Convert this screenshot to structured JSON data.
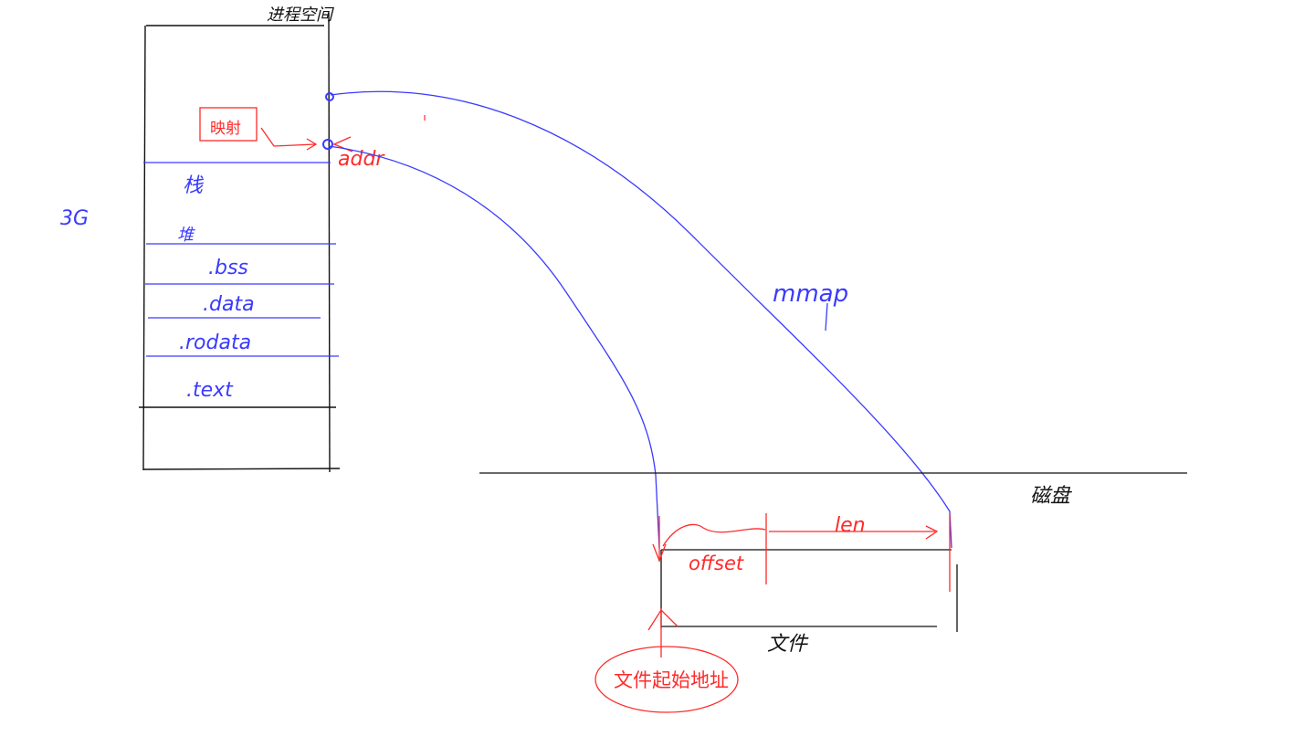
{
  "diagram": {
    "top_label": "进程空间",
    "left_label": "3G",
    "addr_label": "addr",
    "small_box_label": "映射",
    "segments": [
      "栈",
      "堆",
      ".bss",
      ".data",
      ".rodata",
      ".text"
    ],
    "disk_label": "磁盘",
    "file_label": "文件",
    "mmap_label": "mmap",
    "offset_label": "offset",
    "len_label": "len",
    "file_start_label": "文件起始地址",
    "colors": {
      "blue": "#3a3aff",
      "red": "#ff2a2a",
      "black": "#111111"
    }
  }
}
